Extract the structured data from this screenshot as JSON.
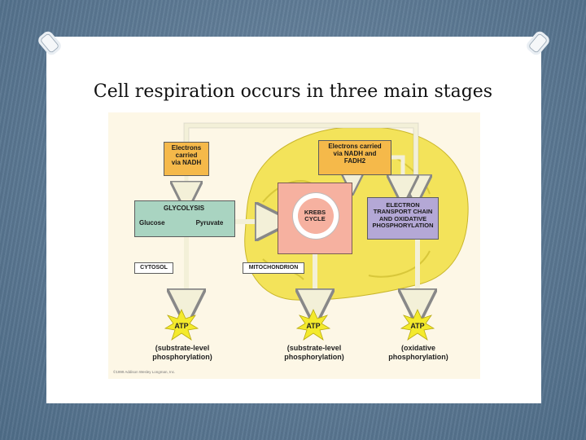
{
  "slide": {
    "title": "Cell respiration occurs in three main stages"
  },
  "diagram": {
    "electrons_nadh": [
      "Electrons",
      "carried",
      "via NADH"
    ],
    "electrons_nadh_fadh2": [
      "Electrons carried",
      "via NADH and",
      "FADH2"
    ],
    "glycolysis": {
      "title": "GLYCOLYSIS",
      "glucose": "Glucose",
      "pyruvate": "Pyruvate"
    },
    "krebs": [
      "KREBS",
      "CYCLE"
    ],
    "etc": [
      "ELECTRON",
      "TRANSPORT CHAIN",
      "AND OXIDATIVE",
      "PHOSPHORYLATION"
    ],
    "cytosol": "CYTOSOL",
    "mitochondrion": "MITOCHONDRION",
    "atp": "ATP",
    "outputs": [
      [
        "(substrate-level",
        "phosphorylation)"
      ],
      [
        "(substrate-level",
        "phosphorylation)"
      ],
      [
        "(oxidative",
        "phosphorylation)"
      ]
    ],
    "copyright": "©1999 Addison Wesley Longman, Inc.",
    "colors": {
      "mitochondrion": "#f3e35a",
      "nadh_box": "#f5b94a",
      "glycolysis_box": "#a9d4c1",
      "krebs_box": "#f6b1a0",
      "etc_box": "#b4a8d6",
      "atp_star": "#f4ea2c",
      "arrow": "#f3f0d8"
    }
  }
}
